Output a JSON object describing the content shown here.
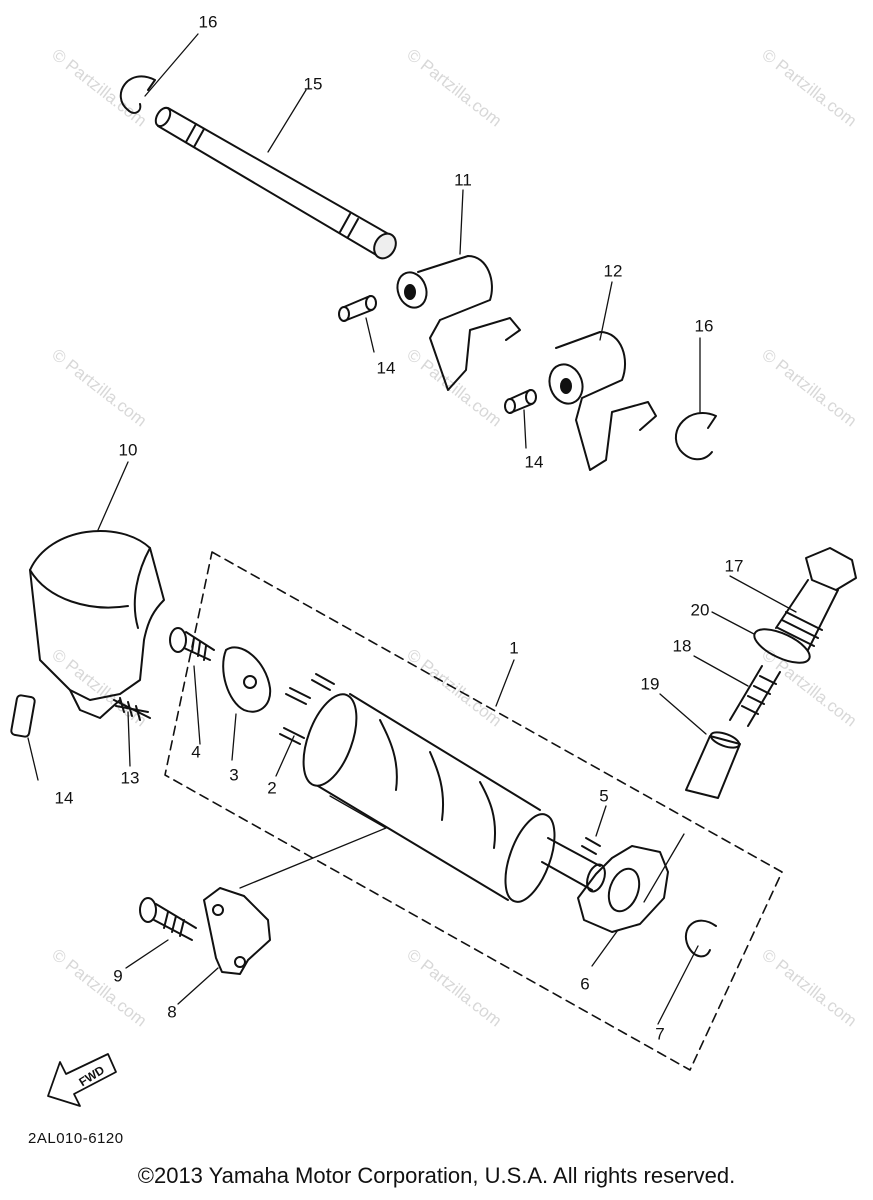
{
  "watermark": "© Partzilla.com",
  "callouts": {
    "p1": "1",
    "p2": "2",
    "p3": "3",
    "p4": "4",
    "p5": "5",
    "p6": "6",
    "p7": "7",
    "p8": "8",
    "p9": "9",
    "p10": "10",
    "p11": "11",
    "p12": "12",
    "p13": "13",
    "p14a": "14",
    "p14b": "14",
    "p14c": "14",
    "p15": "15",
    "p16a": "16",
    "p16b": "16",
    "p17": "17",
    "p18": "18",
    "p19": "19",
    "p20": "20"
  },
  "fwd_label": "FWD",
  "diagram_code": "2AL010-6120",
  "copyright": "©2013 Yamaha Motor Corporation, U.S.A. All rights reserved."
}
